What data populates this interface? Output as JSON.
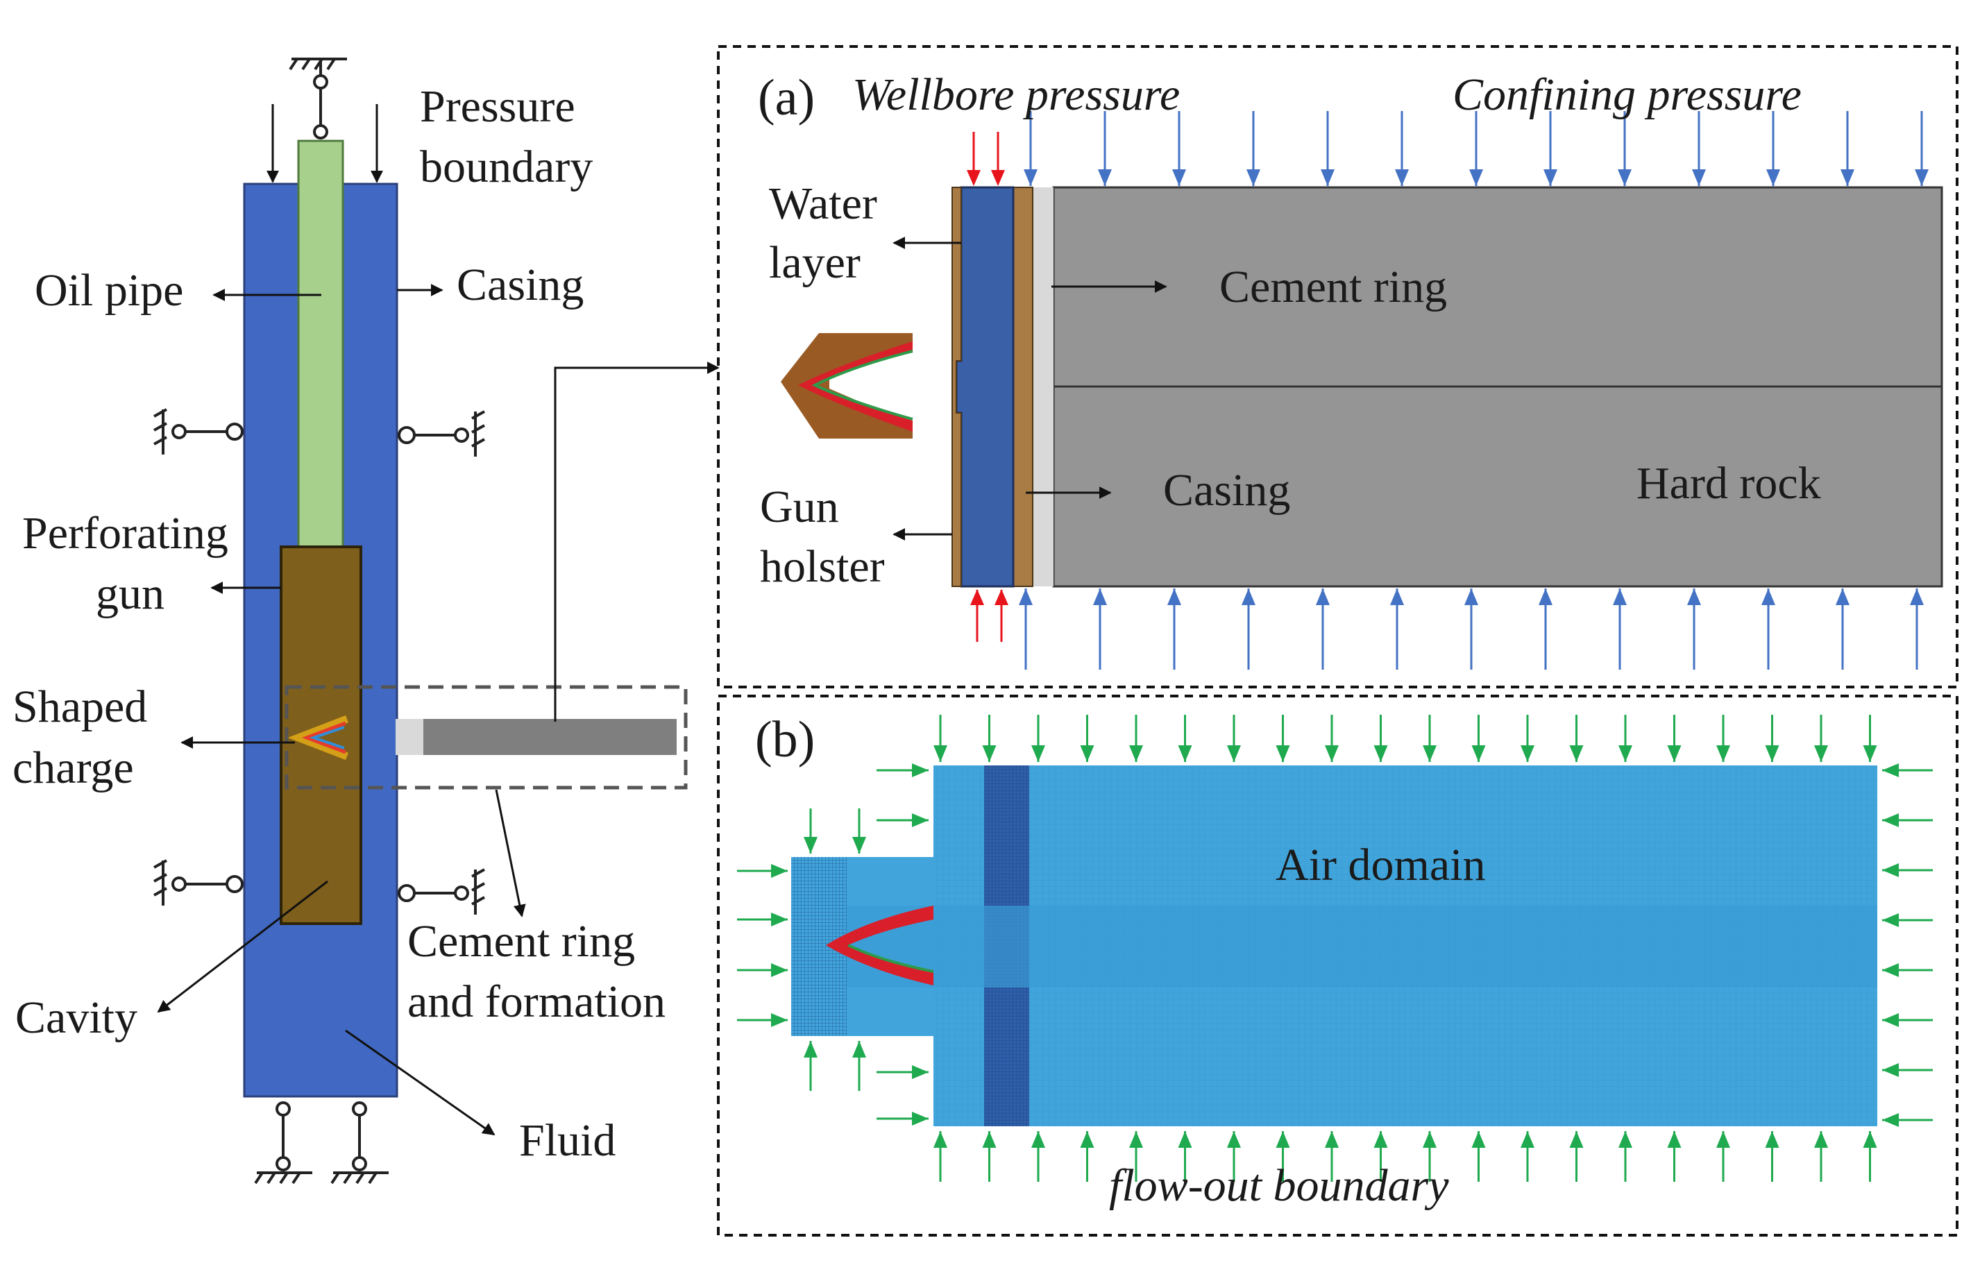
{
  "left_schematic": {
    "pressure_boundary": [
      "Pressure",
      "boundary"
    ],
    "oil_pipe": "Oil pipe",
    "casing": "Casing",
    "perforating_gun": [
      "Perforating",
      "gun"
    ],
    "shaped_charge": [
      "Shaped",
      "charge"
    ],
    "cement_ring_and_formation": [
      "Cement ring",
      "and formation"
    ],
    "cavity": "Cavity",
    "fluid": "Fluid",
    "colors": {
      "casing_fluid": "#4169c4",
      "oil_pipe": "#a8d08d",
      "perforating_gun": "#7f5f1c",
      "formation_strip": "#7f7f7f"
    }
  },
  "panel_a": {
    "id": "(a)",
    "wellbore_pressure": "Wellbore pressure",
    "confining_pressure": "Confining pressure",
    "water_layer": [
      "Water",
      "layer"
    ],
    "gun_holster": [
      "Gun",
      "holster"
    ],
    "cement_ring": "Cement ring",
    "casing": "Casing",
    "hard_rock": "Hard rock",
    "colors": {
      "rock": "#959595",
      "water": "#3a60a8",
      "steel": "#a97c45",
      "cement": "#d9d9d9",
      "wellbore_arrow": "#e8141b",
      "confining_arrow": "#4472c4"
    }
  },
  "panel_b": {
    "id": "(b)",
    "air_domain": "Air domain",
    "flow_out_boundary": "flow-out boundary",
    "colors": {
      "air": "#41a5dc",
      "dense_band": "#2f5fa8",
      "boundary_arrow": "#1faa4f"
    }
  }
}
